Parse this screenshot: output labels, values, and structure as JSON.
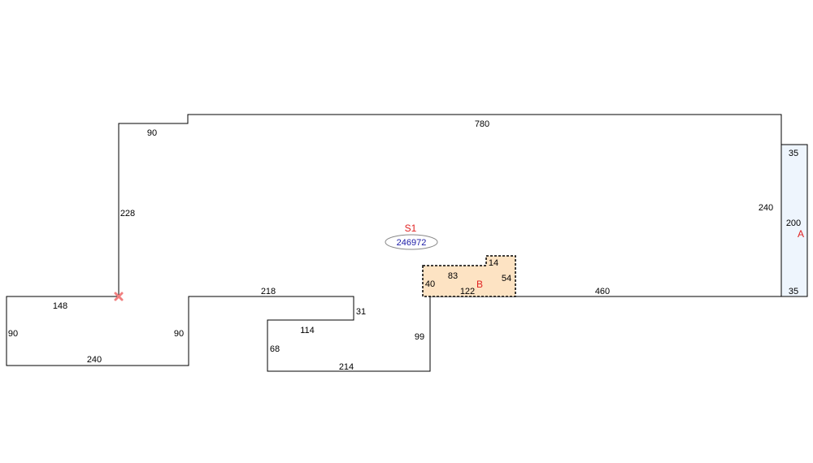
{
  "main_outline": {
    "dimensions": {
      "top": "780",
      "top_step": "90",
      "left_upper": "228",
      "right": "240",
      "bottom_right": "460",
      "bottom_mid": "218",
      "notch_right": "31",
      "notch_top": "114",
      "notch_left": "68",
      "notch_bottom": "214",
      "inner_right": "99",
      "wing_top": "148",
      "wing_left": "90",
      "wing_right": "90",
      "wing_bottom": "240"
    }
  },
  "area_label": {
    "name": "S1",
    "value": "246972"
  },
  "subarea_a": {
    "label": "A",
    "dims": {
      "top": "35",
      "side": "200",
      "bottom": "35"
    },
    "fill": "#eef5fd"
  },
  "subarea_b": {
    "label": "B",
    "dims": {
      "left": "40",
      "top": "83",
      "notch": "14",
      "right": "54",
      "bottom": "122"
    },
    "fill": "#fde3c3"
  },
  "colors": {
    "line": "#000000",
    "label_red": "#e02020",
    "label_blue": "#1a1aa6",
    "marker": "#f08080"
  }
}
